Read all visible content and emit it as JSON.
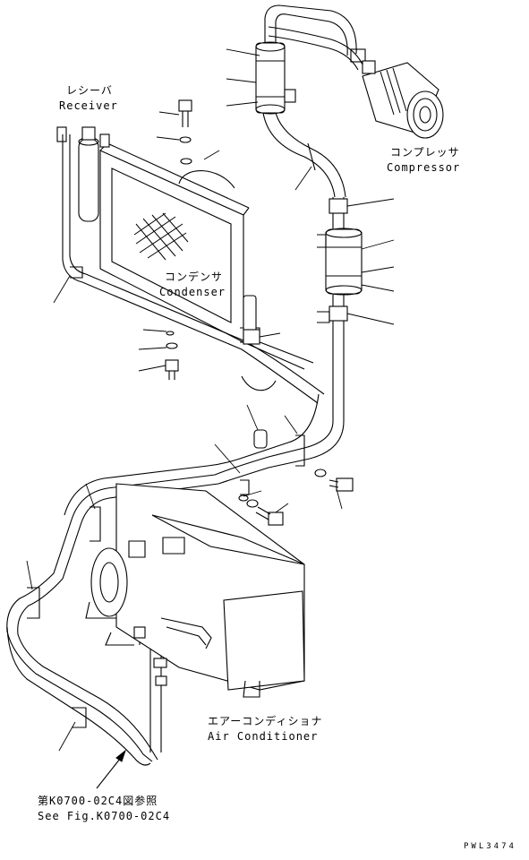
{
  "labels": {
    "receiver_jp": "レシーバ",
    "receiver_en": "Receiver",
    "compressor_jp": "コンプレッサ",
    "compressor_en": "Compressor",
    "condenser_jp": "コンデンサ",
    "condenser_en": "Condenser",
    "aircon_jp": "エアーコンディショナ",
    "aircon_en": "Air Conditioner",
    "seefig_jp": "第K0700-02C4図参照",
    "seefig_en": "See Fig.K0700-02C4",
    "drawing_no": "PWL3474"
  }
}
